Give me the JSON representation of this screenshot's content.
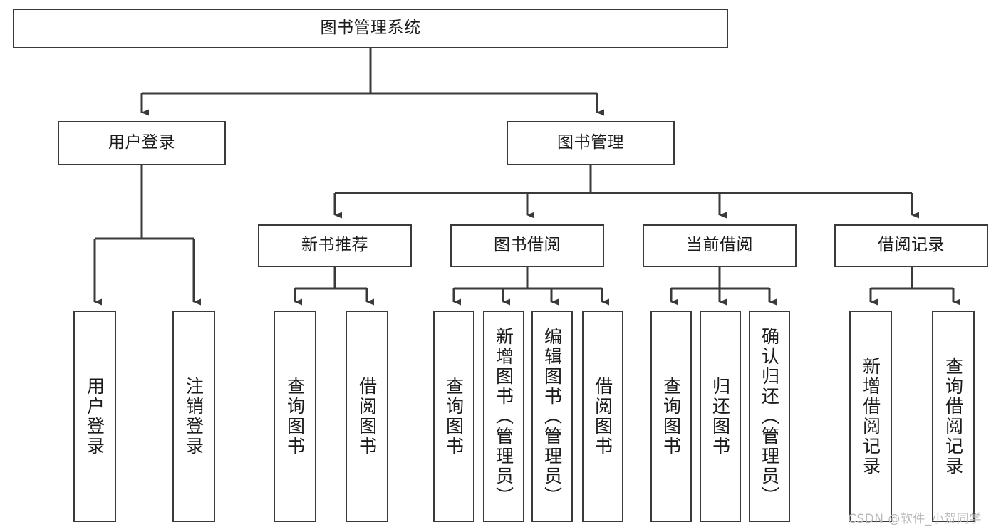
{
  "diagram": {
    "title": "图书管理系统",
    "type": "hierarchy-tree",
    "root": {
      "label": "图书管理系统"
    },
    "level2": [
      {
        "label": "用户登录"
      },
      {
        "label": "图书管理"
      }
    ],
    "level3": [
      {
        "label": "新书推荐"
      },
      {
        "label": "图书借阅"
      },
      {
        "label": "当前借阅"
      },
      {
        "label": "借阅记录"
      }
    ],
    "leaves": {
      "user_login": [
        {
          "label": "用户登录"
        },
        {
          "label": "注销登录"
        }
      ],
      "new_book_recommend": [
        {
          "label": "查询图书"
        },
        {
          "label": "借阅图书"
        }
      ],
      "book_borrow": [
        {
          "label": "查询图书"
        },
        {
          "label": "新增图书（管理员）"
        },
        {
          "label": "编辑图书（管理员）"
        },
        {
          "label": "借阅图书"
        }
      ],
      "current_borrow": [
        {
          "label": "查询图书"
        },
        {
          "label": "归还图书"
        },
        {
          "label": "确认归还（管理员）"
        }
      ],
      "borrow_record": [
        {
          "label": "新增借阅记录"
        },
        {
          "label": "查询借阅记录"
        }
      ]
    },
    "colors": {
      "stroke": "#3a3a3a",
      "fill": "#ffffff",
      "text": "#1b1b1b",
      "watermark": "#b9b9b9"
    }
  },
  "watermark": {
    "text": "CSDN @软件_小贺同学"
  }
}
